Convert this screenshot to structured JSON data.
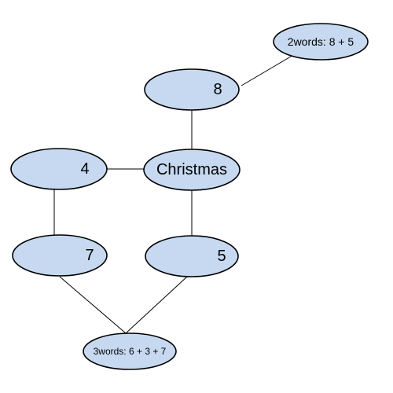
{
  "diagram": {
    "fill_color": "#c6d9f0",
    "stroke_color": "#000000",
    "nodes": {
      "christmas": {
        "label": "Christmas"
      },
      "n8": {
        "label": "8"
      },
      "two_words": {
        "label": "2words: 8 + 5"
      },
      "n4": {
        "label": "4"
      },
      "n7": {
        "label": "7"
      },
      "n5": {
        "label": "5"
      },
      "three_words": {
        "label": "3words: 6 + 3 + 7"
      }
    }
  }
}
